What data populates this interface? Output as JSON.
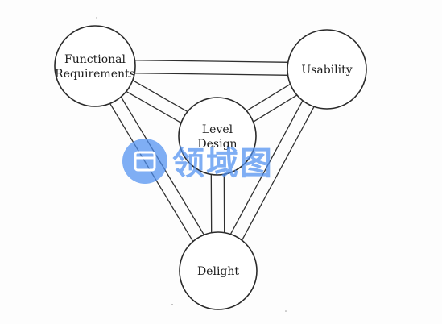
{
  "diagram": {
    "nodes": [
      {
        "id": "functional",
        "lines": [
          "Functional",
          "Requirements"
        ]
      },
      {
        "id": "usability",
        "lines": [
          "Usability"
        ]
      },
      {
        "id": "level",
        "lines": [
          "Level",
          "Design"
        ]
      },
      {
        "id": "delight",
        "lines": [
          "Delight"
        ]
      }
    ],
    "edges": [
      {
        "from": "functional",
        "to": "usability"
      },
      {
        "from": "functional",
        "to": "level"
      },
      {
        "from": "level",
        "to": "usability"
      },
      {
        "from": "functional",
        "to": "delight"
      },
      {
        "from": "level",
        "to": "delight"
      },
      {
        "from": "usability",
        "to": "delight"
      }
    ]
  },
  "watermark": {
    "text": "领域图",
    "color": "#4d8ff0"
  }
}
